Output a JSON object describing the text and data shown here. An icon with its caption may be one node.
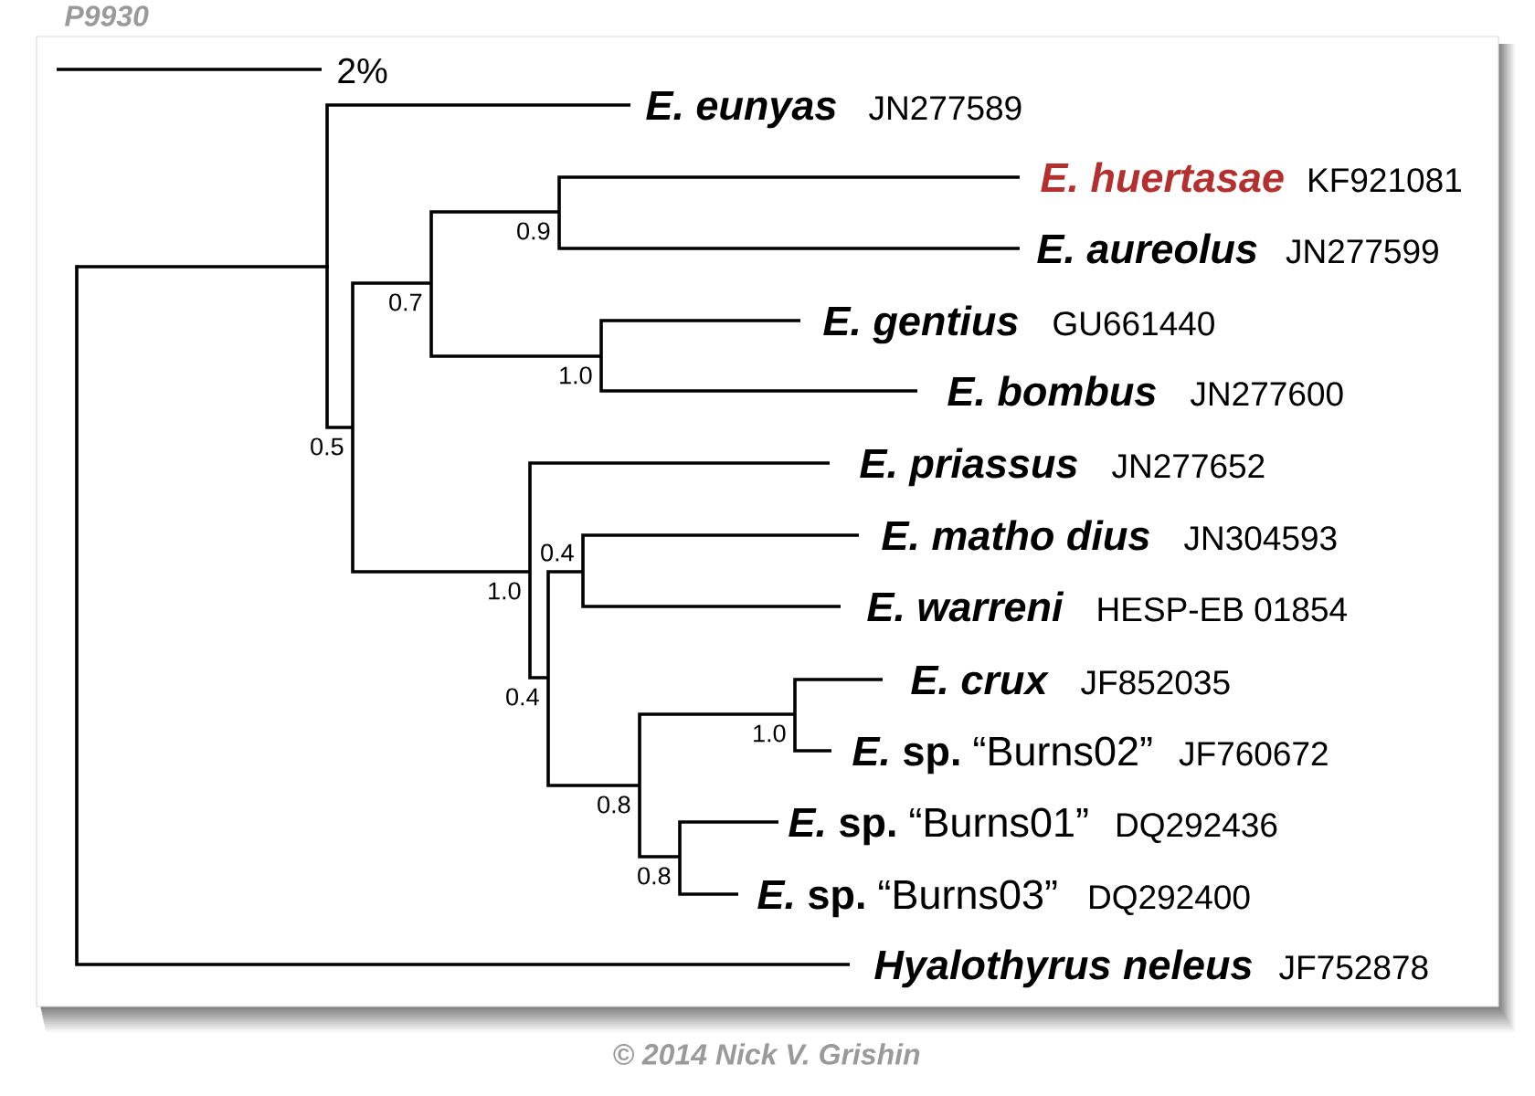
{
  "diagram": {
    "caption": "© 2014 Nick V. Grishin",
    "nodes": [
      {
        "text": [],
        "shape": "point"
      },
      {
        "text": [],
        "shape": "point"
      },
      {
        "text": [
          "E. eunyas",
          "JN277589"
        ]
      },
      {
        "text": [
          "0.5"
        ]
      },
      {
        "text": [
          "0.7"
        ]
      },
      {
        "text": [
          "0.9"
        ]
      },
      {
        "text": [
          "E. huertasae",
          "KF921081"
        ]
      },
      {
        "text": [
          "E. aureolus",
          "JN277599"
        ]
      },
      {
        "text": [
          "1.0"
        ]
      },
      {
        "text": [
          "E. gentius",
          "GU661440"
        ]
      },
      {
        "text": [
          "E. bombus",
          "JN277600"
        ]
      },
      {
        "text": [
          "1.0"
        ]
      },
      {
        "text": [
          "E. priassus",
          "JN277652"
        ]
      },
      {
        "text": [
          "0.4"
        ]
      },
      {
        "text": [
          "0.4"
        ]
      },
      {
        "text": [
          "E. matho dius",
          "JN304593"
        ]
      },
      {
        "text": [
          "E. warreni",
          "HESP-EB 01854"
        ]
      },
      {
        "text": [
          "0.8"
        ]
      },
      {
        "text": [
          "1.0"
        ]
      },
      {
        "text": [
          "E. crux",
          "JF852035"
        ]
      },
      {
        "text": [
          "*E.* sp.",
          "“Burns02”",
          "JF760672"
        ]
      },
      {
        "text": [
          "0.8"
        ]
      },
      {
        "text": [
          "*E.* sp.",
          "“Burns01”",
          "DQ292436"
        ]
      },
      {
        "text": [
          "*E.* sp.",
          "“Burns03”",
          "DQ292400"
        ]
      },
      {
        "text": [
          "Hyalothyrus neleus",
          "JF752878"
        ]
      }
    ],
    "edges": [
      {
        "from": 0,
        "to": 1,
        "arrow": "none"
      },
      {
        "from": 0,
        "to": 24,
        "arrow": "none"
      },
      {
        "from": 1,
        "to": 2,
        "arrow": "none"
      },
      {
        "from": 1,
        "to": 3,
        "arrow": "none"
      },
      {
        "from": 3,
        "to": 4,
        "arrow": "none"
      },
      {
        "from": 3,
        "to": 11,
        "arrow": "none"
      },
      {
        "from": 4,
        "to": 5,
        "arrow": "none"
      },
      {
        "from": 4,
        "to": 8,
        "arrow": "none"
      },
      {
        "from": 5,
        "to": 6,
        "arrow": "none"
      },
      {
        "from": 5,
        "to": 7,
        "arrow": "none"
      },
      {
        "from": 8,
        "to": 9,
        "arrow": "none"
      },
      {
        "from": 8,
        "to": 10,
        "arrow": "none"
      },
      {
        "from": 11,
        "to": 12,
        "arrow": "none"
      },
      {
        "from": 11,
        "to": 13,
        "arrow": "none"
      },
      {
        "from": 13,
        "to": 14,
        "arrow": "none"
      },
      {
        "from": 13,
        "to": 17,
        "arrow": "none"
      },
      {
        "from": 14,
        "to": 15,
        "arrow": "none"
      },
      {
        "from": 14,
        "to": 16,
        "arrow": "none"
      },
      {
        "from": 17,
        "to": 18,
        "arrow": "none"
      },
      {
        "from": 17,
        "to": 21,
        "arrow": "none"
      },
      {
        "from": 18,
        "to": 19,
        "arrow": "none"
      },
      {
        "from": 18,
        "to": 20,
        "arrow": "none"
      },
      {
        "from": 21,
        "to": 22,
        "arrow": "none"
      },
      {
        "from": 21,
        "to": 23,
        "arrow": "none"
      }
    ],
    "labels": [
      "P9930",
      "2%"
    ]
  }
}
